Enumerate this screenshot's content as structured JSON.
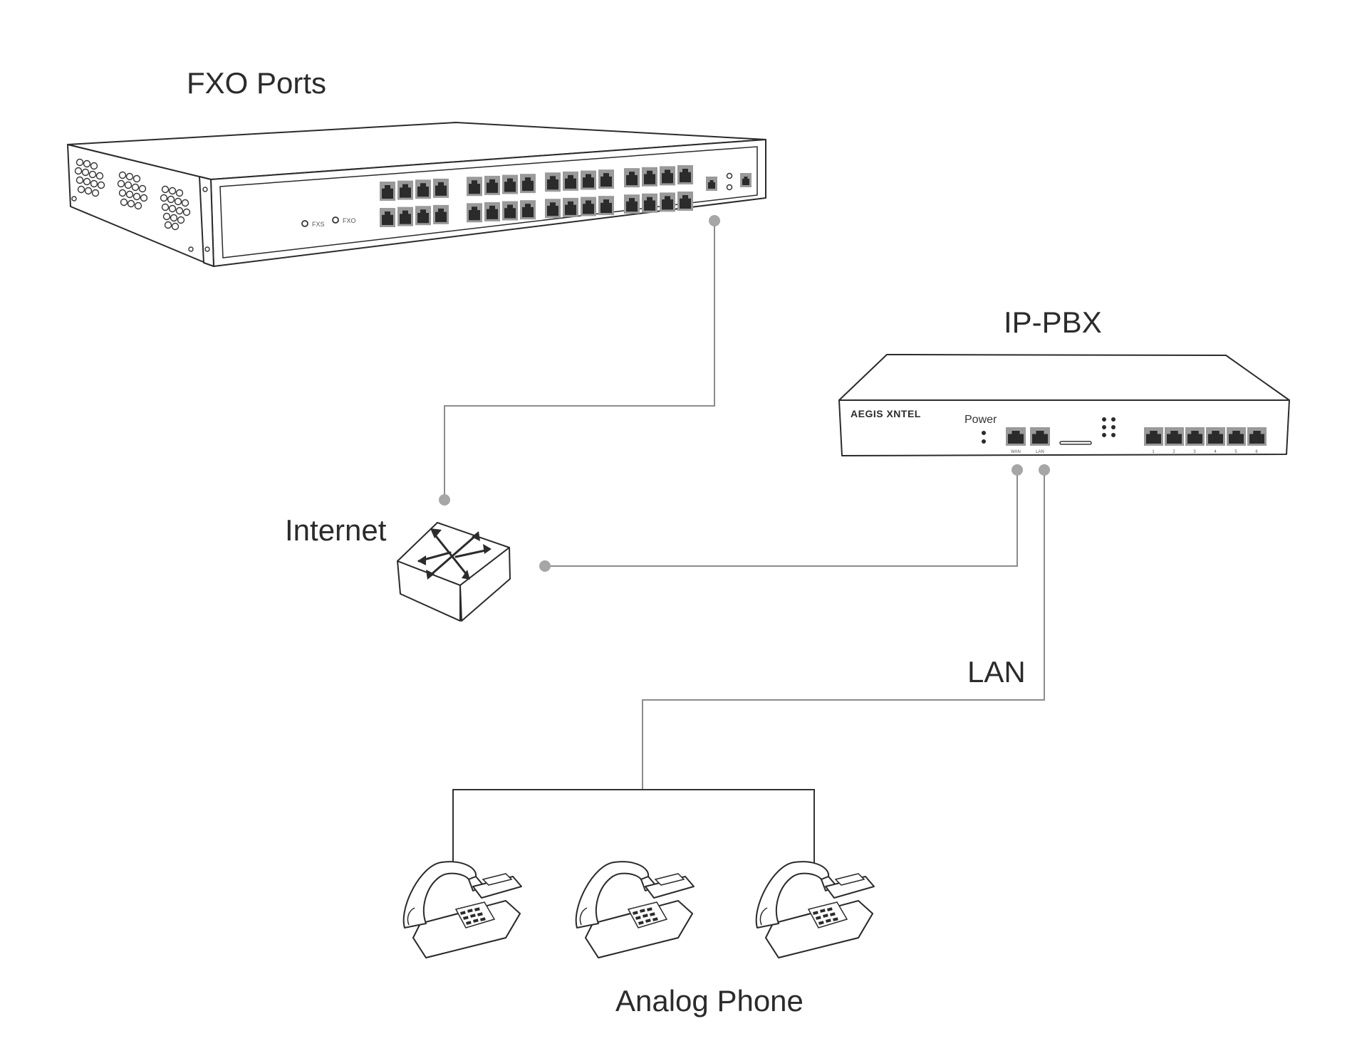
{
  "labels": {
    "fxo_ports": "FXO Ports",
    "ip_pbx": "IP-PBX",
    "internet": "Internet",
    "lan": "LAN",
    "analog_phone": "Analog Phone"
  },
  "fxo_device": {
    "led_labels": [
      "FXS",
      "FXO"
    ]
  },
  "pbx_device": {
    "brand": "AEGIS XNTEL",
    "power_label": "Power",
    "uplink_port_labels": [
      "WAN",
      "LAN"
    ],
    "extension_port_labels": [
      "1",
      "2",
      "3",
      "4",
      "5",
      "6"
    ]
  },
  "colors": {
    "wire": "#8c8c8c",
    "connector_dot": "#a6a6a6",
    "port_frame": "#9a9a9a",
    "port_jack": "#2b2b2b",
    "outline": "#2b2b2b"
  },
  "icons": {
    "fxo_gateway": "rack-gateway-icon",
    "ip_pbx": "pbx-box-icon",
    "internet": "router-icon",
    "phone": "desk-phone-icon"
  }
}
